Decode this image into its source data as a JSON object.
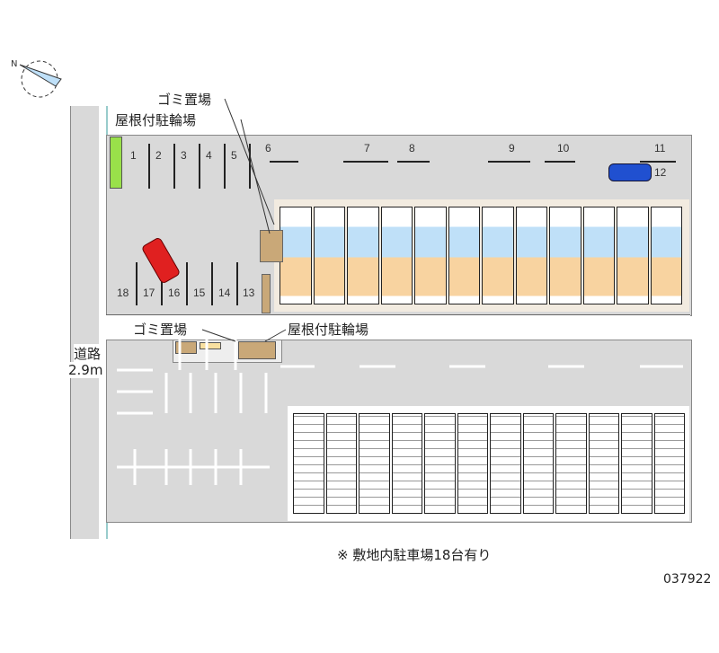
{
  "labels": {
    "garbage_top": "ゴミ置場",
    "bicycle_top": "屋根付駐輪場",
    "garbage_mid": "ゴミ置場",
    "bicycle_mid": "屋根付駐輪場",
    "road": "道路",
    "road_width": "2.9m",
    "note": "※ 敷地内駐車場18台有り",
    "code": "037922"
  },
  "parking_spaces": [
    "1",
    "2",
    "3",
    "4",
    "5",
    "6",
    "7",
    "8",
    "9",
    "10",
    "11",
    "12",
    "13",
    "14",
    "15",
    "16",
    "17",
    "18"
  ],
  "colors": {
    "lot": "#d9d9d9",
    "road": "#d9d9d9",
    "unit_bath": "#bfe0f8",
    "unit_room": "#f8d3a0",
    "hedge": "#99e04a",
    "car_red": "#e02020",
    "car_blue": "#2050d0",
    "wall": "#6aa8a0"
  }
}
